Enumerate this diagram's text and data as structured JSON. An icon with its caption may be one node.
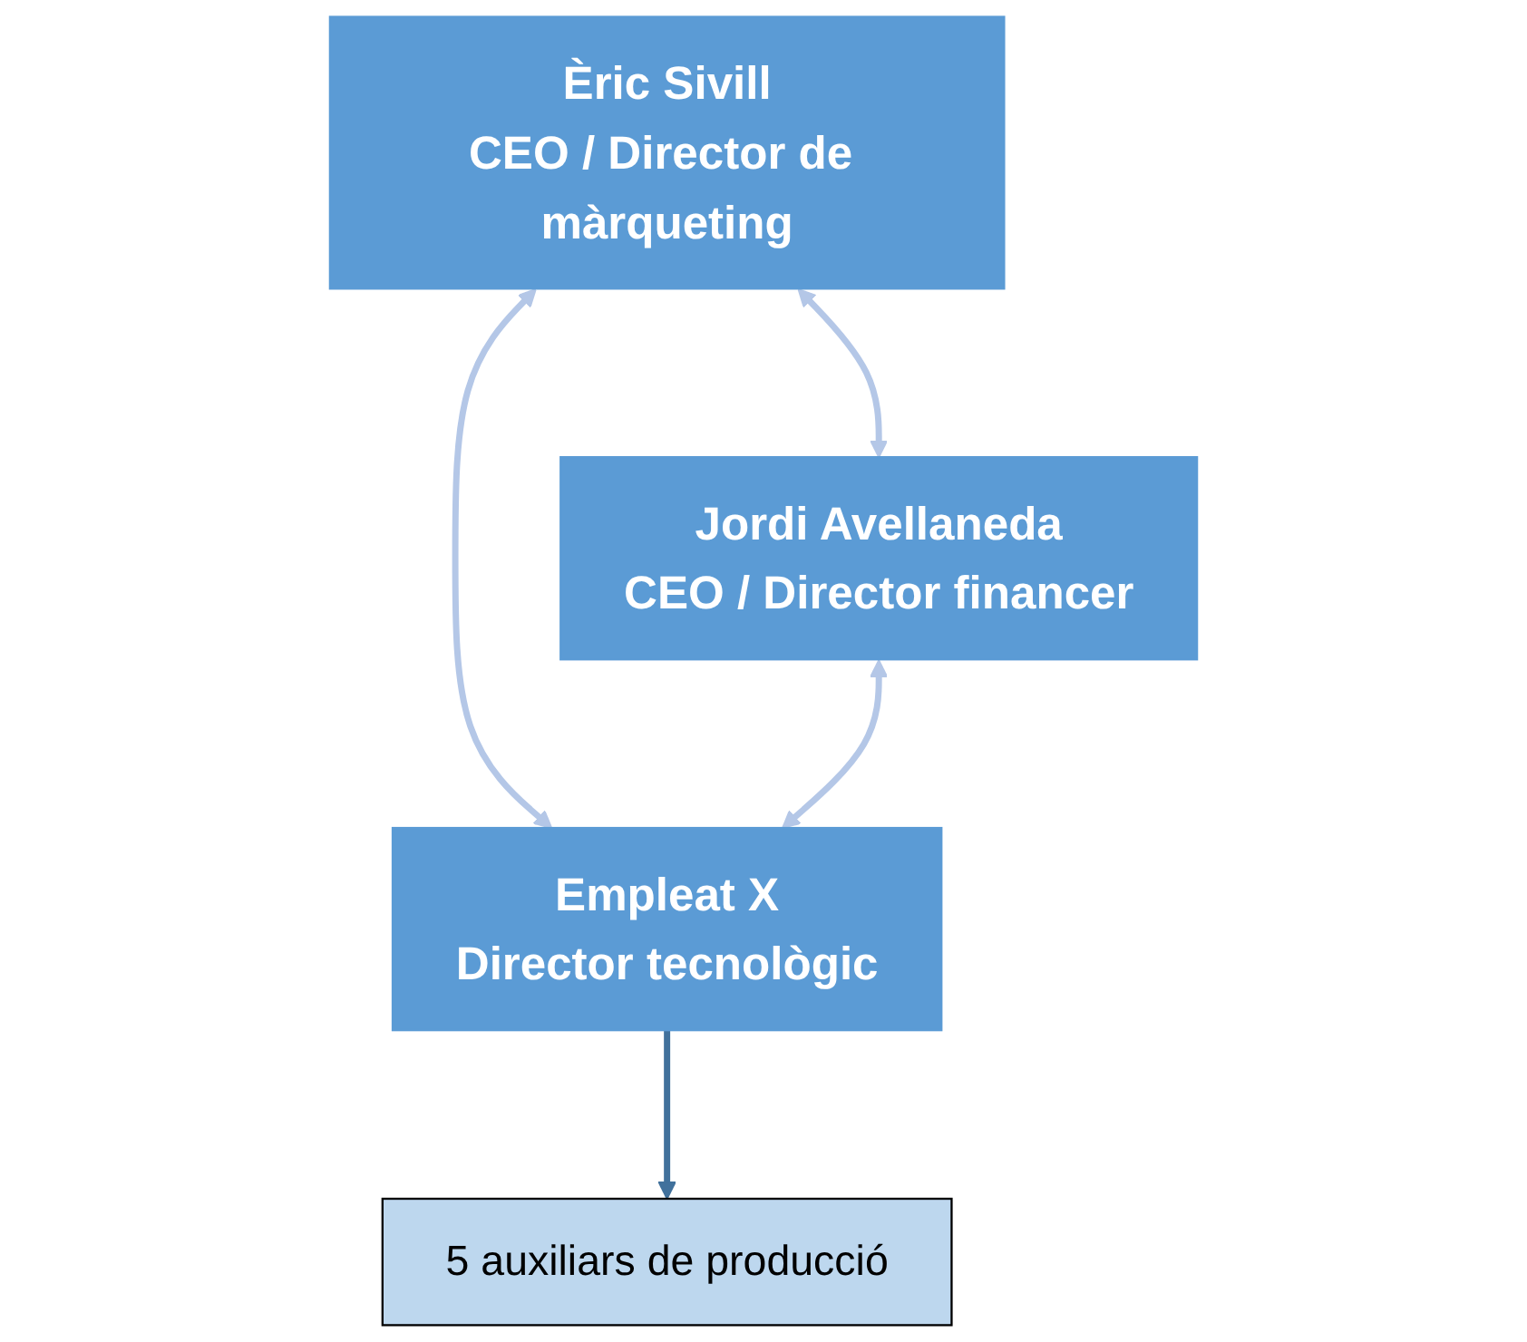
{
  "diagram": {
    "nodes": [
      {
        "text": [
          "Èric Sivill",
          "CEO / Director de màrqueting"
        ]
      },
      {
        "text": [
          "Jordi Avellaneda",
          "CEO / Director financer"
        ]
      },
      {
        "text": [
          "Empleat X",
          "Director tecnològic"
        ]
      },
      {
        "text": [
          "5 auxiliars de producció"
        ]
      }
    ],
    "edges": [
      {
        "from": 0,
        "to": 1,
        "arrow": "both"
      },
      {
        "from": 0,
        "to": 2,
        "arrow": "both"
      },
      {
        "from": 1,
        "to": 2,
        "arrow": "both"
      },
      {
        "from": 2,
        "to": 3,
        "arrow": "to",
        "color": "#41719c"
      }
    ]
  }
}
